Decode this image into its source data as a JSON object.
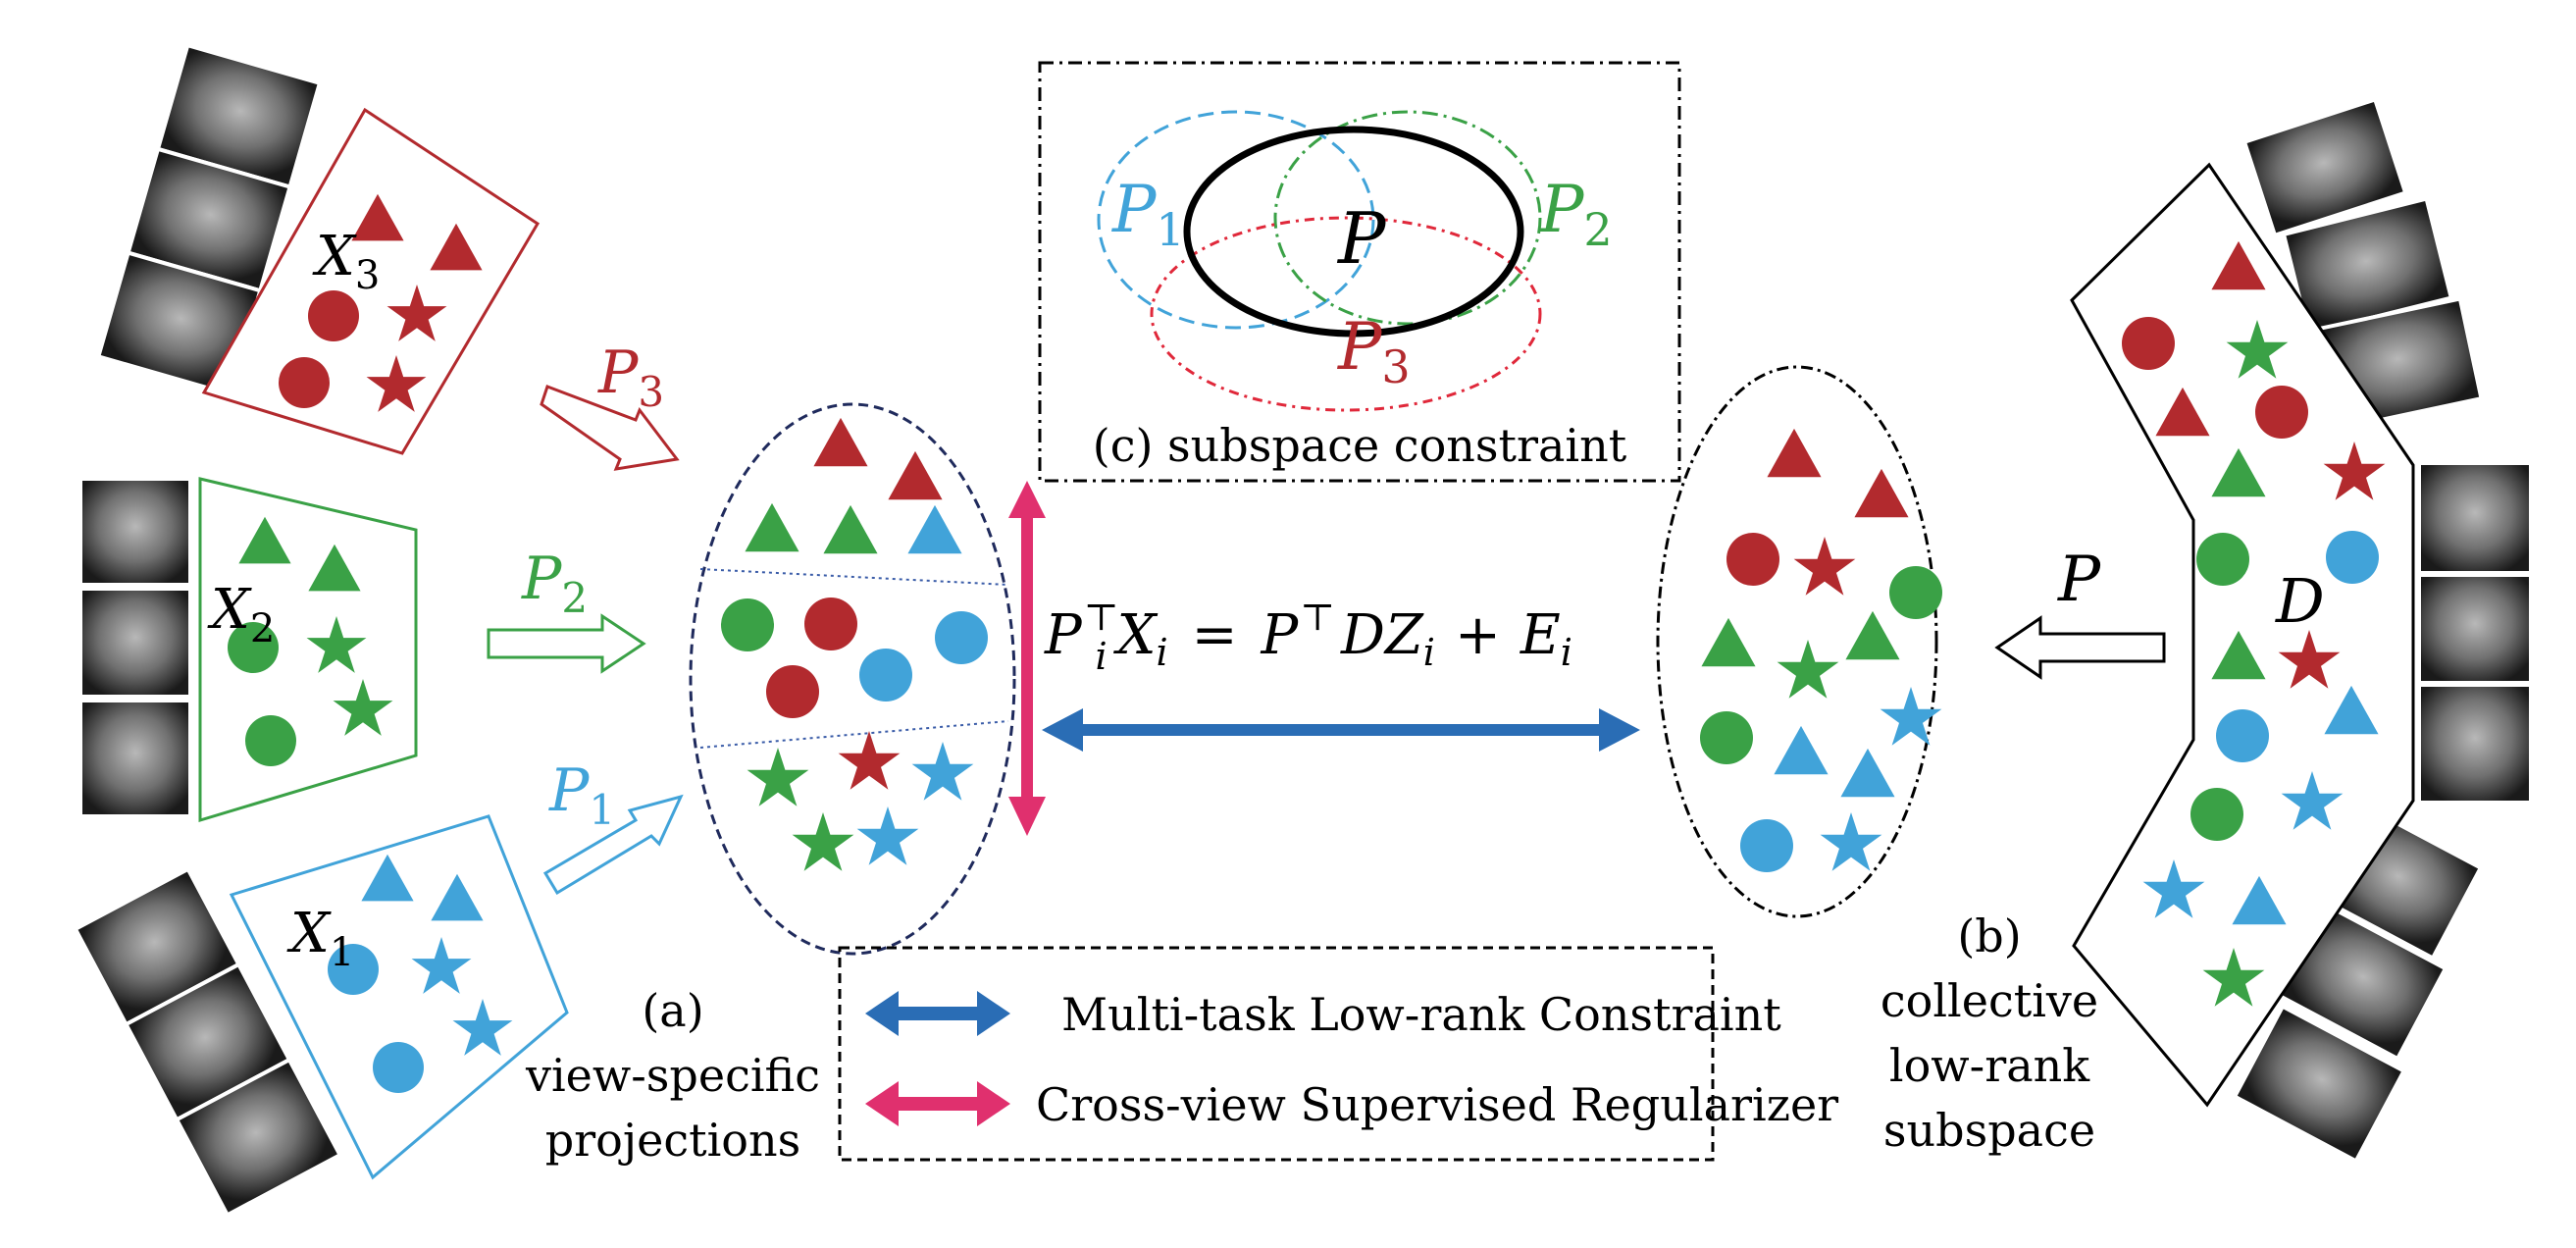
{
  "colors": {
    "red": "#b22a2e",
    "green": "#3aa146",
    "blue": "#41a3d9",
    "black": "#000000",
    "double_arrow_blue": "#2a6db5",
    "double_arrow_pink": "#e0306e"
  },
  "views": {
    "x3": {
      "label_main": "X",
      "label_sub": "3",
      "projection_main": "P",
      "projection_sub": "3"
    },
    "x2": {
      "label_main": "X",
      "label_sub": "2",
      "projection_main": "P",
      "projection_sub": "2"
    },
    "x1": {
      "label_main": "X",
      "label_sub": "1",
      "projection_main": "P",
      "projection_sub": "1"
    }
  },
  "dictionary": {
    "label": "D",
    "projection_label": "P"
  },
  "subspace_box": {
    "p1_main": "P",
    "p1_sub": "1",
    "p2_main": "P",
    "p2_sub": "2",
    "p3_main": "P",
    "p3_sub": "3",
    "p_center": "P",
    "caption": "(c) subspace constraint"
  },
  "equation": {
    "lhs_p": "P",
    "lhs_sub_i": "i",
    "lhs_sup_t": "⊤",
    "lhs_x": "X",
    "lhs_x_sub": "i",
    "equals": "=",
    "rhs_p": "P",
    "rhs_sup_t": "⊤",
    "rhs_dz": "DZ",
    "rhs_z_sub": "i",
    "plus": "+",
    "rhs_e": "E",
    "rhs_e_sub": "i"
  },
  "captions": {
    "a_line1": "(a)",
    "a_line2": "view-specific",
    "a_line3": "projections",
    "b_line1": "(b)",
    "b_line2": "collective",
    "b_line3": "low-rank",
    "b_line4": "subspace"
  },
  "legend": {
    "item1": "Multi-task Low-rank Constraint",
    "item2": "Cross-view Supervised Regularizer"
  }
}
